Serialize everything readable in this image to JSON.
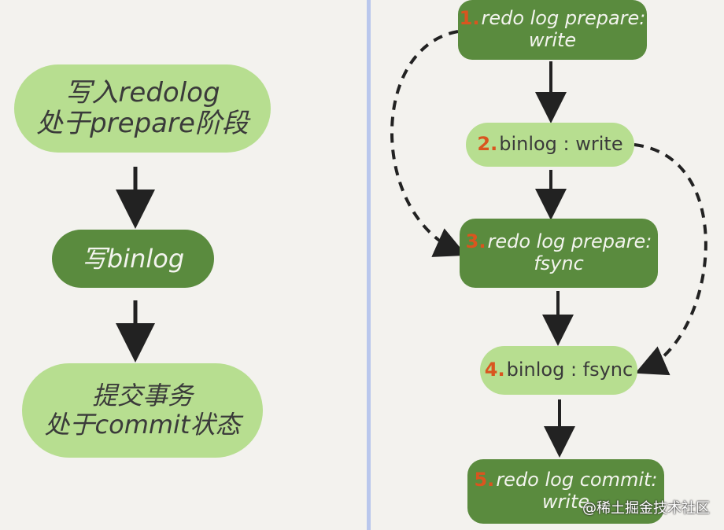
{
  "left_flow": {
    "node1": {
      "line1": "写入redolog",
      "line2": "处于prepare阶段"
    },
    "node2": {
      "line1": "写binlog"
    },
    "node3": {
      "line1": "提交事务",
      "line2": "处于commit状态"
    }
  },
  "right_flow": {
    "step1": {
      "number": "1.",
      "line1": "redo log prepare:",
      "line2": "write"
    },
    "step2": {
      "number": "2.",
      "line1": "binlog : write"
    },
    "step3": {
      "number": "3.",
      "line1": "redo log prepare:",
      "line2": "fsync"
    },
    "step4": {
      "number": "4.",
      "line1": "binlog : fsync"
    },
    "step5": {
      "number": "5.",
      "line1": "redo log commit:",
      "line2": "write"
    }
  },
  "watermark": "@稀土掘金技术社区",
  "colors": {
    "background": "#f3f2ee",
    "light_green": "#b7de90",
    "dark_green": "#5a8b3e",
    "step_number": "#d9551f",
    "arrow": "#222222",
    "divider": "#b9c7ec"
  }
}
